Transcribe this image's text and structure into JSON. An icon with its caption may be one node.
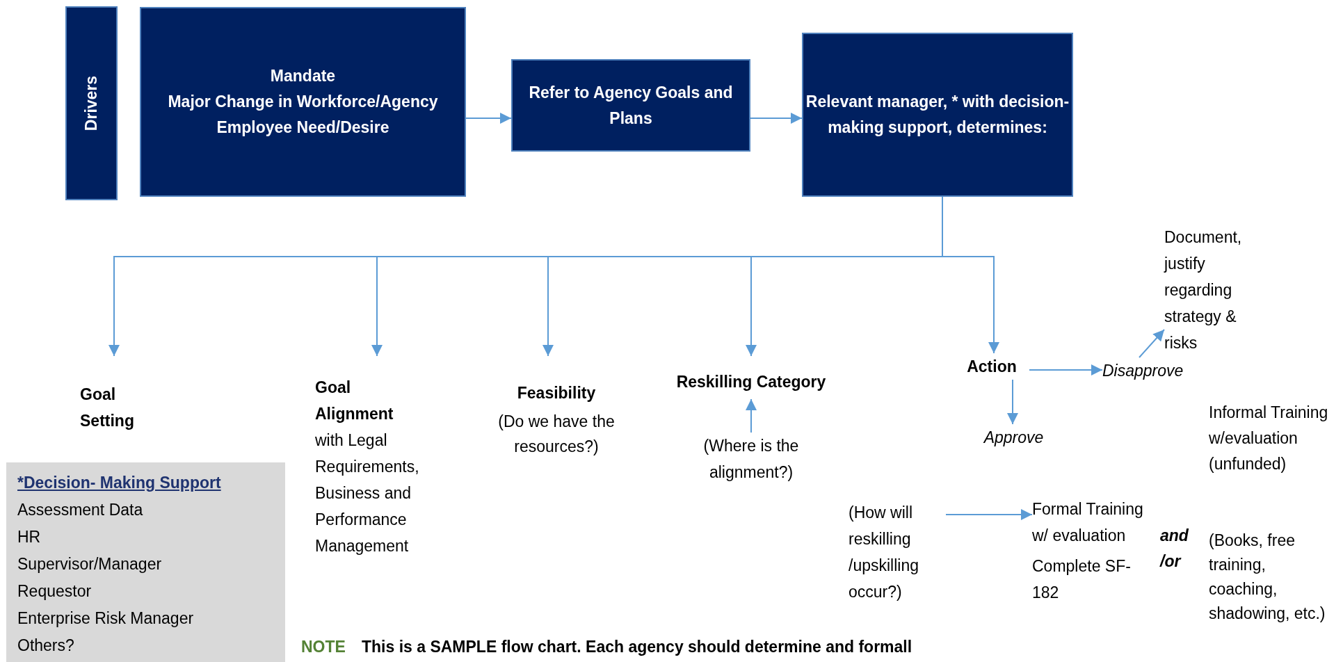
{
  "diagram": {
    "nodes": [
      {
        "text": [
          "Drivers"
        ]
      },
      {
        "text": [
          "Mandate",
          "Major Change in Workforce/Agency",
          "Employee Need/Desire"
        ]
      },
      {
        "text": [
          "Refer to Agency Goals and Plans"
        ]
      },
      {
        "text": [
          "Relevant manager, * with decision-making support, determines:"
        ]
      },
      {
        "text": [
          "Goal Setting"
        ]
      },
      {
        "text": [
          "Goal Alignment",
          "with Legal Requirements, Business and Performance Management"
        ]
      },
      {
        "text": [
          "Feasibility",
          "(Do we have the resources?)"
        ]
      },
      {
        "text": [
          "Reskilling Category"
        ]
      },
      {
        "text": [
          "(Where is the alignment?)"
        ]
      },
      {
        "text": [
          "Action"
        ]
      },
      {
        "text": [
          "Disapprove"
        ]
      },
      {
        "text": [
          "Document, justify regarding strategy & risks"
        ]
      },
      {
        "text": [
          "Approve"
        ]
      },
      {
        "text": [
          "(How will reskilling /upskilling occur?)"
        ]
      },
      {
        "text": [
          "Formal Training w/ evaluation",
          "Complete SF-182"
        ]
      },
      {
        "text": [
          "*Decision- Making Support",
          "Assessment Data",
          "HR",
          "Supervisor/Manager",
          "Requestor",
          "Enterprise Risk Manager",
          "Others?"
        ]
      }
    ],
    "edges": [
      {
        "from": 1,
        "to": 2,
        "arrow": "to"
      },
      {
        "from": 2,
        "to": 3,
        "arrow": "to"
      },
      {
        "from": 3,
        "to": 4,
        "arrow": "to"
      },
      {
        "from": 3,
        "to": 5,
        "arrow": "to"
      },
      {
        "from": 3,
        "to": 6,
        "arrow": "to"
      },
      {
        "from": 3,
        "to": 7,
        "arrow": "to"
      },
      {
        "from": 3,
        "to": 9,
        "arrow": "to"
      },
      {
        "from": 8,
        "to": 7,
        "arrow": "to"
      },
      {
        "from": 9,
        "to": 10,
        "arrow": "to"
      },
      {
        "from": 10,
        "to": 11,
        "arrow": "to"
      },
      {
        "from": 9,
        "to": 12,
        "arrow": "to"
      },
      {
        "from": 13,
        "to": 14,
        "arrow": "to"
      }
    ],
    "labels": [
      "Informal Training w/evaluation (unfunded)",
      "and /or",
      "(Books, free training, coaching, shadowing, etc.)",
      "NOTE",
      "This is a SAMPLE flow chart. Each agency should determine and formall"
    ]
  }
}
